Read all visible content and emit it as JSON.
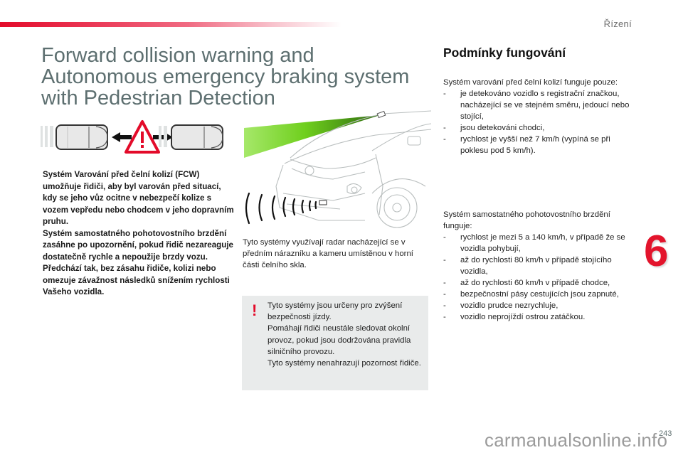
{
  "header": {
    "section_label": "Řízení",
    "stripe_color": "#e30b2a"
  },
  "title": {
    "lines": [
      "Forward collision warning and",
      "Autonomous emergency braking system",
      "with Pedestrian Detection"
    ]
  },
  "figures": {
    "cars_diagram": "Two vans with warning triangle between them and arrows",
    "van_diagram": "Van front with camera cone (green) and radar waves from bumper"
  },
  "intro": {
    "paragraphs": [
      "Systém Varování před čelní kolizí (FCW) umožňuje řidiči, aby byl varován před situací, kdy se jeho vůz ocitne v nebezpečí kolize s vozem vepředu nebo chodcem v jeho dopravním pruhu.",
      "Systém samostatného pohotovostního brzdění zasáhne po upozornění, pokud řidič nezareaguje dostatečně rychle a nepoužije brzdy vozu.",
      "Předchází tak, bez zásahu řidiče, kolizi nebo omezuje závažnost následků snížením rychlosti Vašeho vozidla."
    ]
  },
  "radar_text": "Tyto systémy využívají radar nacházející se v předním nárazníku a kameru umístěnou v horní části čelního skla.",
  "warning": {
    "icon": "exclamation-icon",
    "color": "#e30b2a",
    "paragraphs": [
      "Tyto systémy jsou určeny pro zvýšení bezpečnosti jízdy.",
      "Pomáhají řidiči neustále sledovat okolní provoz, pokud jsou dodržována pravidla silničního provozu.",
      "Tyto systémy nenahrazují pozornost řidiče."
    ]
  },
  "conditions": {
    "title": "Podmínky fungování",
    "fcw": {
      "intro": "Systém varování před čelní kolizí funguje pouze:",
      "items": [
        "je detekováno vozidlo s registrační značkou, nacházející se ve stejném směru, jedoucí nebo stojící,",
        "jsou detekováni chodci,",
        "rychlost je vyšší než 7 km/h (vypíná se při poklesu pod 5 km/h)."
      ]
    },
    "aeb": {
      "intro": "Systém samostatného pohotovostního brzdění funguje:",
      "items": [
        "rychlost je mezi 5 a 140 km/h, v případě že se vozidla pohybují,",
        "až do rychlosti 80 km/h v případě stojícího vozidla,",
        "až do rychlosti 60 km/h v případě chodce,",
        "bezpečnostní pásy cestujících jsou zapnuté,",
        "vozidlo prudce nezrychluje,",
        "vozidlo neprojíždí ostrou zatáčkou."
      ]
    },
    "bullet": "-"
  },
  "chapter_number": "6",
  "page_number": "243",
  "watermark": "carmanualsonline.info"
}
